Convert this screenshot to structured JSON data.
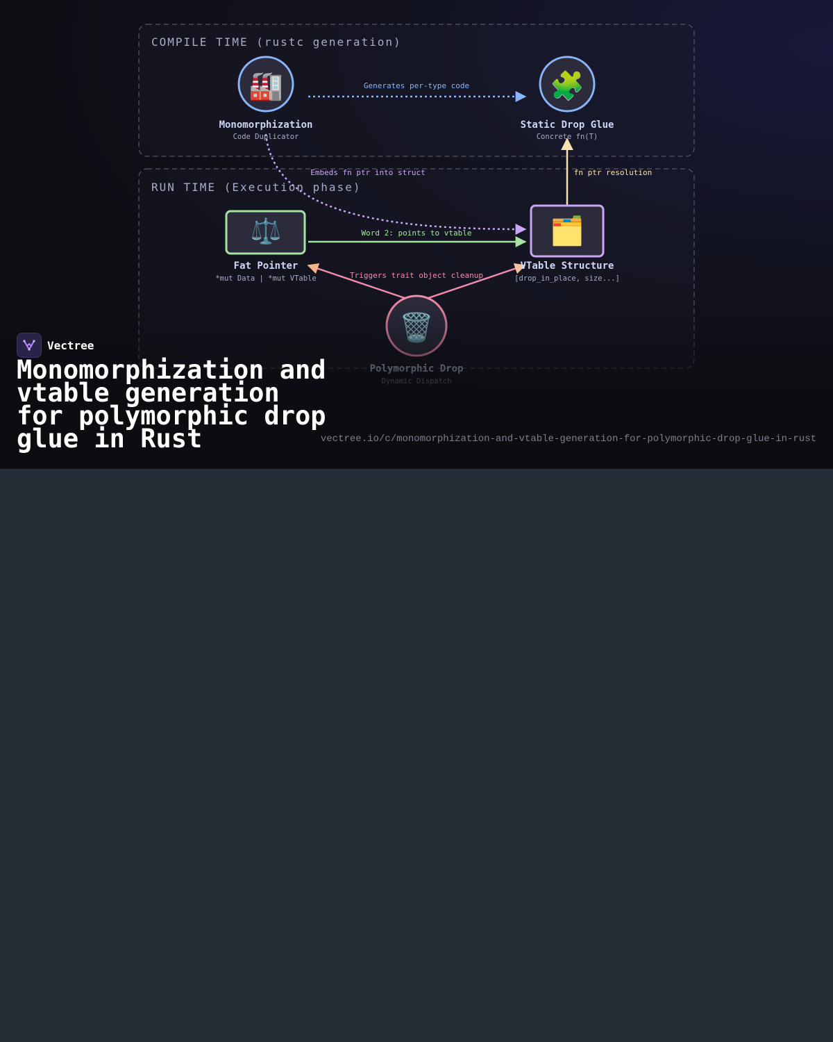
{
  "brand": {
    "name": "Vectree",
    "title": "Monomorphization and vtable generation for polymorphic drop glue in Rust",
    "url": "vectree.io/c/monomorphization-and-vtable-generation-for-polymorphic-drop-glue-in-rust"
  },
  "diagram": {
    "zones": {
      "compile": {
        "label": "COMPILE TIME (rustc generation)"
      },
      "runtime": {
        "label": "RUN TIME (Execution phase)"
      }
    },
    "nodes": {
      "mono": {
        "icon": "🏭",
        "icon_name": "factory-icon",
        "title": "Monomorphization",
        "subtitle": "Code Duplicator",
        "color": "#89b4fa"
      },
      "glue": {
        "icon": "🧩",
        "icon_name": "puzzle-icon",
        "title": "Static Drop Glue",
        "subtitle": "Concrete fn(T)",
        "color": "#89b4fa"
      },
      "fat": {
        "icon": "⚖️",
        "icon_name": "scales-icon",
        "title": "Fat Pointer",
        "subtitle": "*mut Data | *mut VTable",
        "color": "#a6e3a1"
      },
      "vtable": {
        "icon": "🗂️",
        "icon_name": "card-index-dividers-icon",
        "title": "VTable Structure",
        "subtitle": "[drop_in_place, size...]",
        "color": "#cba6f7"
      },
      "drop": {
        "icon": "🗑️",
        "icon_name": "wastebasket-icon",
        "title": "Polymorphic Drop",
        "subtitle": "Dynamic Dispatch",
        "color": "#f38ba8"
      }
    },
    "edges": {
      "mono_glue": {
        "label": "Generates per-type code",
        "color": "#89b4fa"
      },
      "mono_vtable": {
        "label": "Embeds fn ptr into struct",
        "color": "#cba6f7"
      },
      "vtable_glue": {
        "label": "fn ptr resolution",
        "color": "#f9e2af"
      },
      "fat_vtable": {
        "label": "Word 2: points to vtable",
        "color": "#a6e3a1"
      },
      "drop_both": {
        "label": "Triggers trait object cleanup",
        "color": "#f38ba8"
      }
    }
  }
}
